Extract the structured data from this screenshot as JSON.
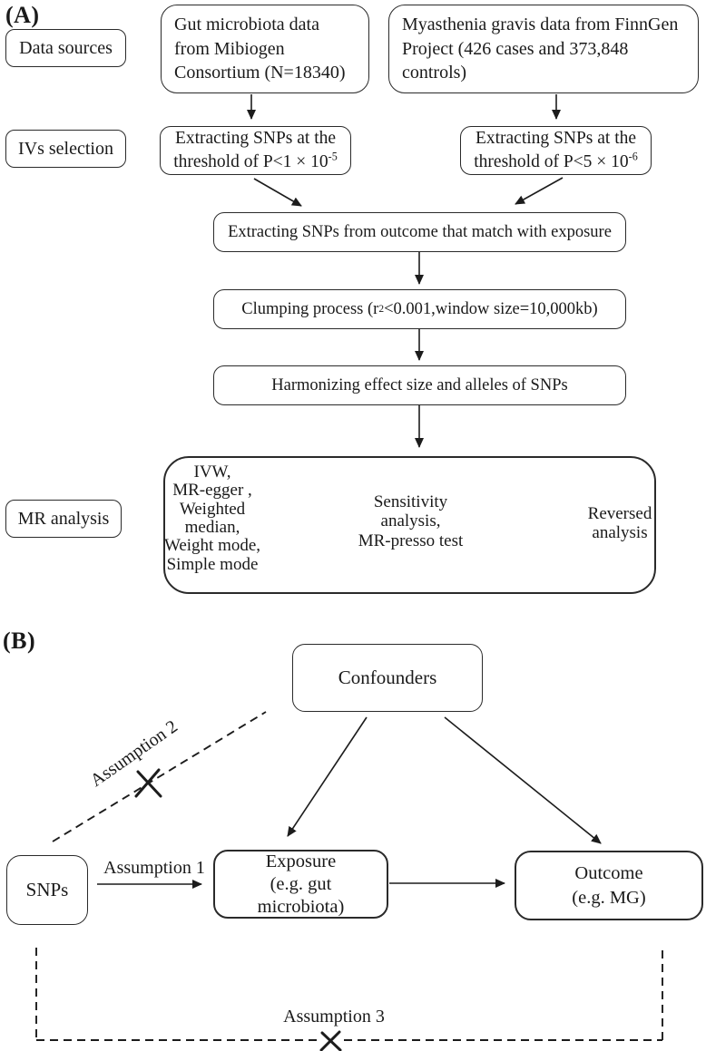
{
  "panel_a": {
    "label": "(A)",
    "data_sources_label": "Data sources",
    "ivs_selection_label": "IVs selection",
    "mr_analysis_label": "MR analysis",
    "gut_box": "Gut microbiota data\nfrom Mibiogen\nConsortium (N=18340)",
    "mg_box": "Myasthenia gravis data from FinnGen\nProject (426 cases and 373,848\ncontrols)",
    "extract_left_line1": "Extracting SNPs at the",
    "extract_left_line2": "threshold of P<1 × 10",
    "extract_left_sup": "-5",
    "extract_right_line1": "Extracting SNPs at the",
    "extract_right_line2": "threshold of P<5 × 10",
    "extract_right_sup": "-6",
    "match_box": "Extracting SNPs from outcome that match with exposure",
    "clump_pre": "Clumping process (r",
    "clump_sup": "2",
    "clump_post": "<0.001,window size=10,000kb)",
    "harmonize_box": "Harmonizing effect size and alleles of SNPs",
    "methods_box": "IVW,\nMR-egger ,\nWeighted\nmedian,\nWeight mode,\nSimple mode",
    "sensitivity_box": "Sensitivity\nanalysis,\nMR-presso test",
    "reversed_box": "Reversed\nanalysis"
  },
  "panel_b": {
    "label": "(B)",
    "confounders_box": "Confounders",
    "snps_box": "SNPs",
    "exposure_box": "Exposure\n(e.g. gut\nmicrobiota)",
    "outcome_box": "Outcome\n(e.g. MG)",
    "assumption1_label": "Assumption 1",
    "assumption2_label": "Assumption 2",
    "assumption3_label": "Assumption 3"
  },
  "colors": {
    "background": "#ffffff",
    "line": "#1c1c1c",
    "text": "#1a1a1a",
    "border": "#2a2a2a"
  }
}
